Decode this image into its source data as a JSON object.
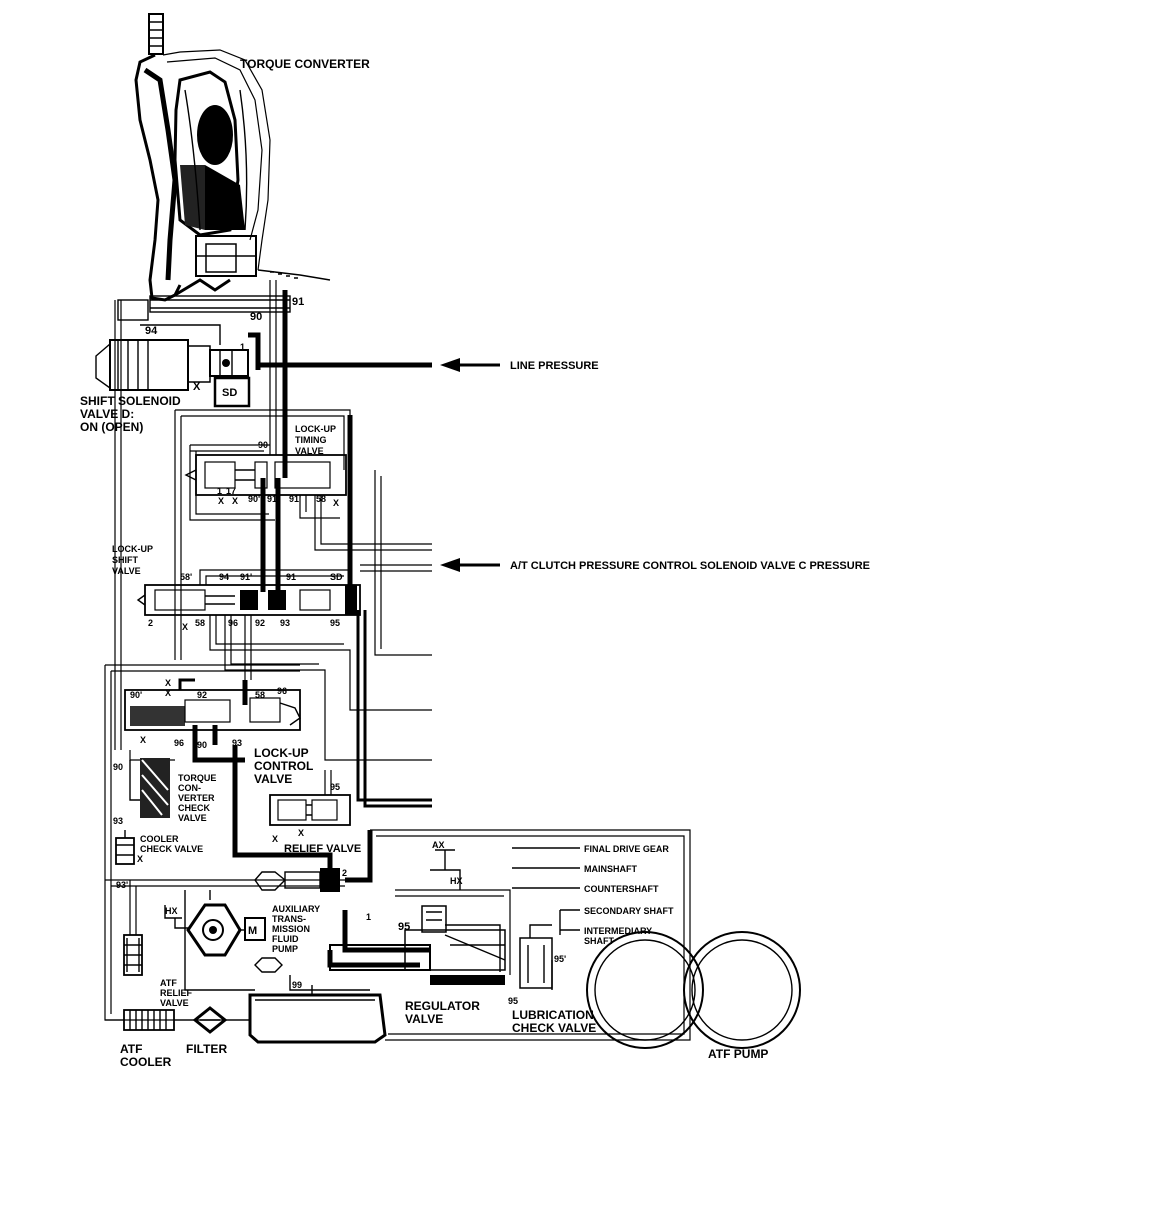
{
  "labels": {
    "torque_converter": "TORQUE CONVERTER",
    "line_pressure": "LINE PRESSURE",
    "shift_solenoid_1": "SHIFT SOLENOID",
    "shift_solenoid_2": "VALVE D:",
    "shift_solenoid_3": "ON (OPEN)",
    "lockup_timing_1": "LOCK-UP",
    "lockup_timing_2": "TIMING",
    "lockup_timing_3": "VALVE",
    "atclutch": "A/T CLUTCH PRESSURE CONTROL SOLENOID VALVE C PRESSURE",
    "lockup_shift_1": "LOCK-UP",
    "lockup_shift_2": "SHIFT",
    "lockup_shift_3": "VALVE",
    "lockup_control_1": "LOCK-UP",
    "lockup_control_2": "CONTROL",
    "lockup_control_3": "VALVE",
    "tc_check_1": "TORQUE",
    "tc_check_2": "CON-",
    "tc_check_3": "VERTER",
    "tc_check_4": "CHECK",
    "tc_check_5": "VALVE",
    "cooler_check_1": "COOLER",
    "cooler_check_2": "CHECK VALVE",
    "relief_valve": "RELIEF VALVE",
    "final_drive_gear": "FINAL DRIVE GEAR",
    "mainshaft": "MAINSHAFT",
    "countershaft": "COUNTERSHAFT",
    "secondary_shaft": "SECONDARY SHAFT",
    "intermediary_1": "INTERMEDIARY",
    "intermediary_2": "SHAFT",
    "aux_pump_1": "AUXILIARY",
    "aux_pump_2": "TRANS-",
    "aux_pump_3": "MISSION",
    "aux_pump_4": "FLUID",
    "aux_pump_5": "PUMP",
    "motor": "M",
    "atf_relief_1": "ATF",
    "atf_relief_2": "RELIEF",
    "atf_relief_3": "VALVE",
    "regulator_1": "REGULATOR",
    "regulator_2": "VALVE",
    "lubrication_1": "LUBRICATION",
    "lubrication_2": "CHECK VALVE",
    "atf_cooler_1": "ATF",
    "atf_cooler_2": "COOLER",
    "filter": "FILTER",
    "atf_pump": "ATF PUMP"
  },
  "ports": {
    "p91_top": "91",
    "p90_top": "90",
    "p94_top": "94",
    "p1_sol": "1",
    "sd_box": "SD",
    "x_sol": "X",
    "t90": "90",
    "t1": "1",
    "t17": "17",
    "t90p": "90'",
    "t91": "91",
    "t91p": "91'",
    "t58": "58",
    "tx1": "X",
    "tx2": "X",
    "tx3": "X",
    "s58p": "58'",
    "s94": "94",
    "s91p": "91'",
    "s91": "91",
    "sd": "SD",
    "s2": "2",
    "sx": "X",
    "s58": "58",
    "s96": "96",
    "s92": "92",
    "s93": "93",
    "s95": "95",
    "c90p": "90'",
    "cx1": "X",
    "cx2": "X",
    "c92": "92",
    "c58": "58",
    "c96": "96",
    "cx3": "X",
    "c96b": "96",
    "c90": "90",
    "c93": "93",
    "l90": "90",
    "l93": "93",
    "r95": "95",
    "rx1": "X",
    "rx2": "X",
    "k93p": "93'",
    "kx": "X",
    "p2": "2",
    "p1": "1",
    "p95": "95",
    "hx": "HX",
    "ax": "AX",
    "hx2": "HX",
    "p95p": "95'",
    "p95b": "95",
    "p99": "99"
  }
}
